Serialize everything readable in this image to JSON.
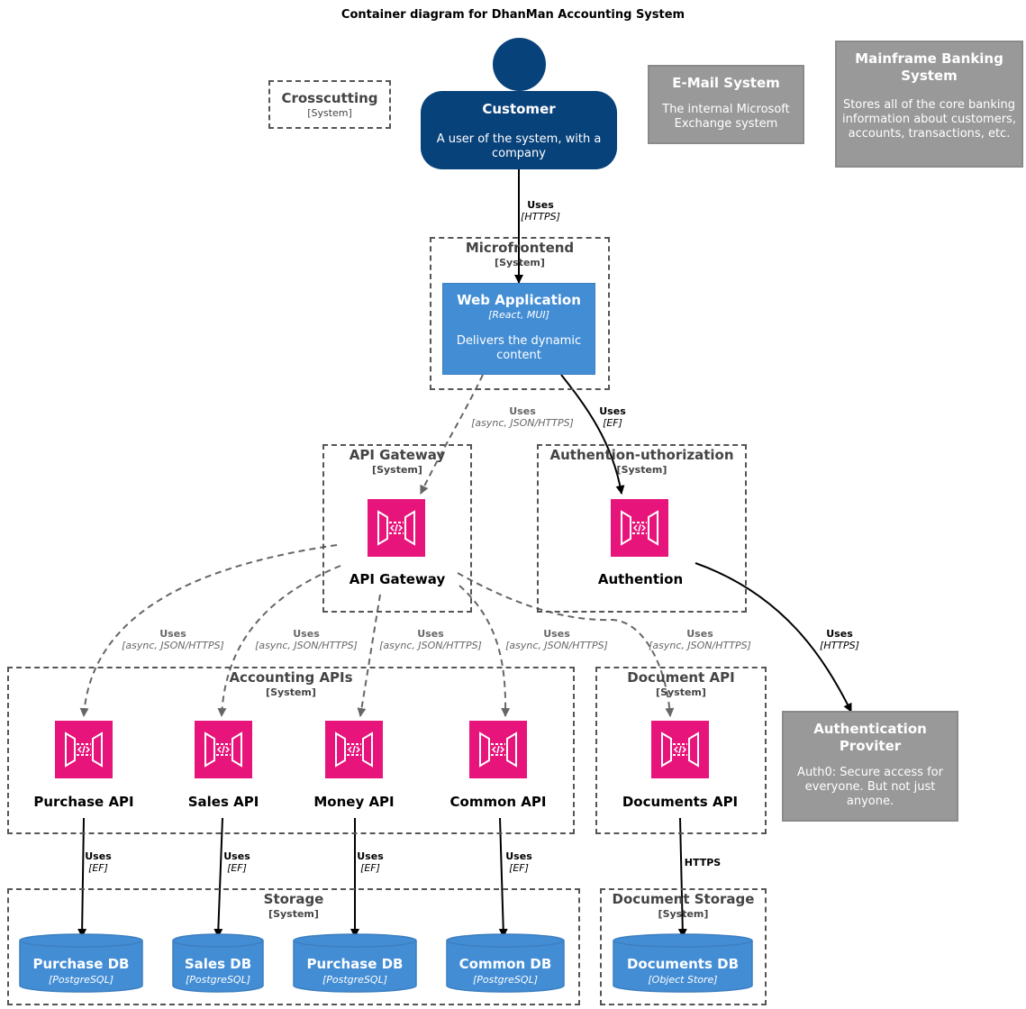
{
  "title": "Container diagram for DhanMan Accounting System",
  "person": {
    "name": "Customer",
    "description": "A user of the system, with a company"
  },
  "systems": {
    "crosscutting": {
      "name": "Crosscutting",
      "type": "[System]"
    },
    "microfrontend": {
      "name": "Microfrontend",
      "type": "[System]"
    },
    "api_gateway": {
      "name": "API Gateway",
      "type": "[System]"
    },
    "authorization": {
      "name": "Authention-uthorization",
      "type": "[System]"
    },
    "accounting": {
      "name": "Accounting APIs",
      "type": "[System]"
    },
    "document_api": {
      "name": "Document API",
      "type": "[System]"
    },
    "storage": {
      "name": "Storage",
      "type": "[System]"
    },
    "document_storage": {
      "name": "Document Storage",
      "type": "[System]"
    }
  },
  "external": {
    "email": {
      "name": "E-Mail System",
      "description": "The internal Microsoft Exchange system"
    },
    "mainframe": {
      "name": "Mainframe Banking System",
      "description": "Stores all of the core banking information about customers, accounts, transactions, etc."
    },
    "auth_provider": {
      "name": "Authentication Proviter",
      "description": "Auth0: Secure access for everyone. But not just anyone."
    }
  },
  "web_app": {
    "name": "Web Application",
    "tech": "[React, MUI]",
    "description": "Delivers the dynamic content"
  },
  "components": {
    "gateway": "API Gateway",
    "authention": "Authention",
    "purchase_api": "Purchase API",
    "sales_api": "Sales API",
    "money_api": "Money API",
    "common_api": "Common API",
    "documents_api": "Documents API"
  },
  "databases": {
    "purchase_db_1": {
      "name": "Purchase DB",
      "tech": "[PostgreSQL]"
    },
    "sales_db": {
      "name": "Sales DB",
      "tech": "[PostgreSQL]"
    },
    "purchase_db_2": {
      "name": "Purchase DB",
      "tech": "[PostgreSQL]"
    },
    "common_db": {
      "name": "Common DB",
      "tech": "[PostgreSQL]"
    },
    "documents_db": {
      "name": "Documents DB",
      "tech": "[Object Store]"
    }
  },
  "relations": {
    "customer_web": {
      "label": "Uses",
      "tech": "[HTTPS]"
    },
    "web_gateway": {
      "label": "Uses",
      "tech": "[async, JSON/HTTPS]"
    },
    "web_auth": {
      "label": "Uses",
      "tech": "[EF]"
    },
    "auth_provider": {
      "label": "Uses",
      "tech": "[HTTPS]"
    },
    "gw_purchase": {
      "label": "Uses",
      "tech": "[async, JSON/HTTPS]"
    },
    "gw_sales": {
      "label": "Uses",
      "tech": "[async, JSON/HTTPS]"
    },
    "gw_money": {
      "label": "Uses",
      "tech": "[async, JSON/HTTPS]"
    },
    "gw_common": {
      "label": "Uses",
      "tech": "[async, JSON/HTTPS]"
    },
    "gw_documents": {
      "label": "Uses",
      "tech": "[async, JSON/HTTPS]"
    },
    "purchase_db": {
      "label": "Uses",
      "tech": "[EF]"
    },
    "sales_db": {
      "label": "Uses",
      "tech": "[EF]"
    },
    "money_db": {
      "label": "Uses",
      "tech": "[EF]"
    },
    "common_db": {
      "label": "Uses",
      "tech": "[EF]"
    },
    "documents_db": {
      "label": "HTTPS"
    }
  }
}
